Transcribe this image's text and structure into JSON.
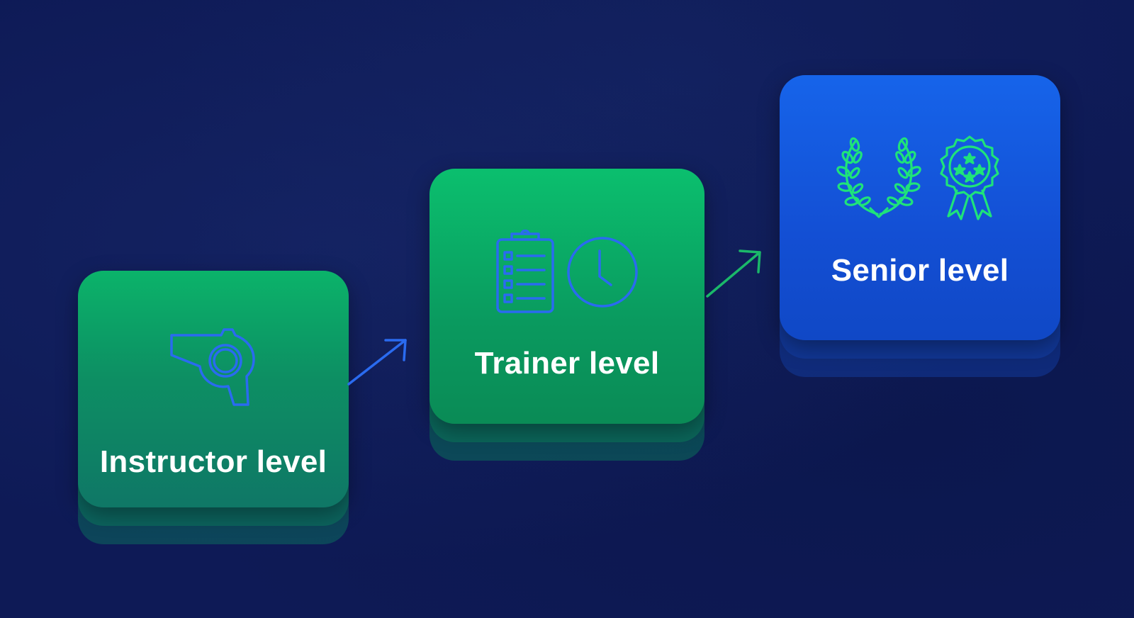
{
  "levels": [
    {
      "label": "Instructor level",
      "icons": [
        "whistle-icon"
      ]
    },
    {
      "label": "Trainer level",
      "icons": [
        "clipboard-checklist-icon",
        "clock-icon"
      ]
    },
    {
      "label": "Senior level",
      "icons": [
        "laurel-wreath-icon",
        "award-rosette-icon"
      ]
    }
  ],
  "colors": {
    "background": "#0e1a56",
    "green_card": "#0d8f63",
    "blue_card": "#134fd4",
    "icon_blue": "#2a6bf0",
    "icon_green": "#1fe37a",
    "arrow_blue": "#2a6bf0",
    "arrow_green": "#1bb86a"
  }
}
